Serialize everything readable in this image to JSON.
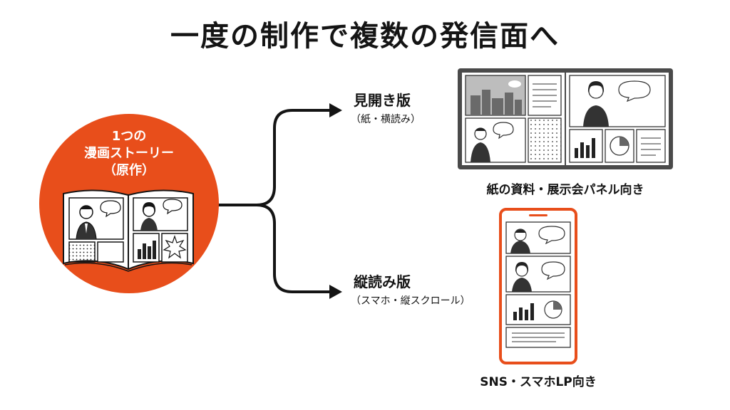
{
  "title": "一度の制作で複数の発信面へ",
  "source": {
    "line1": "1つの",
    "line2": "漫画ストーリー",
    "line3": "（原作）"
  },
  "branches": [
    {
      "title": "見開き版",
      "subtitle": "（紙・横読み）",
      "caption": "紙の資料・展示会パネル向き"
    },
    {
      "title": "縦読み版",
      "subtitle": "（スマホ・縦スクロール）",
      "caption": "SNS・スマホLP向き"
    }
  ],
  "colors": {
    "accent": "#e84e1b",
    "ink": "#141414",
    "panel_border": "#555555"
  }
}
